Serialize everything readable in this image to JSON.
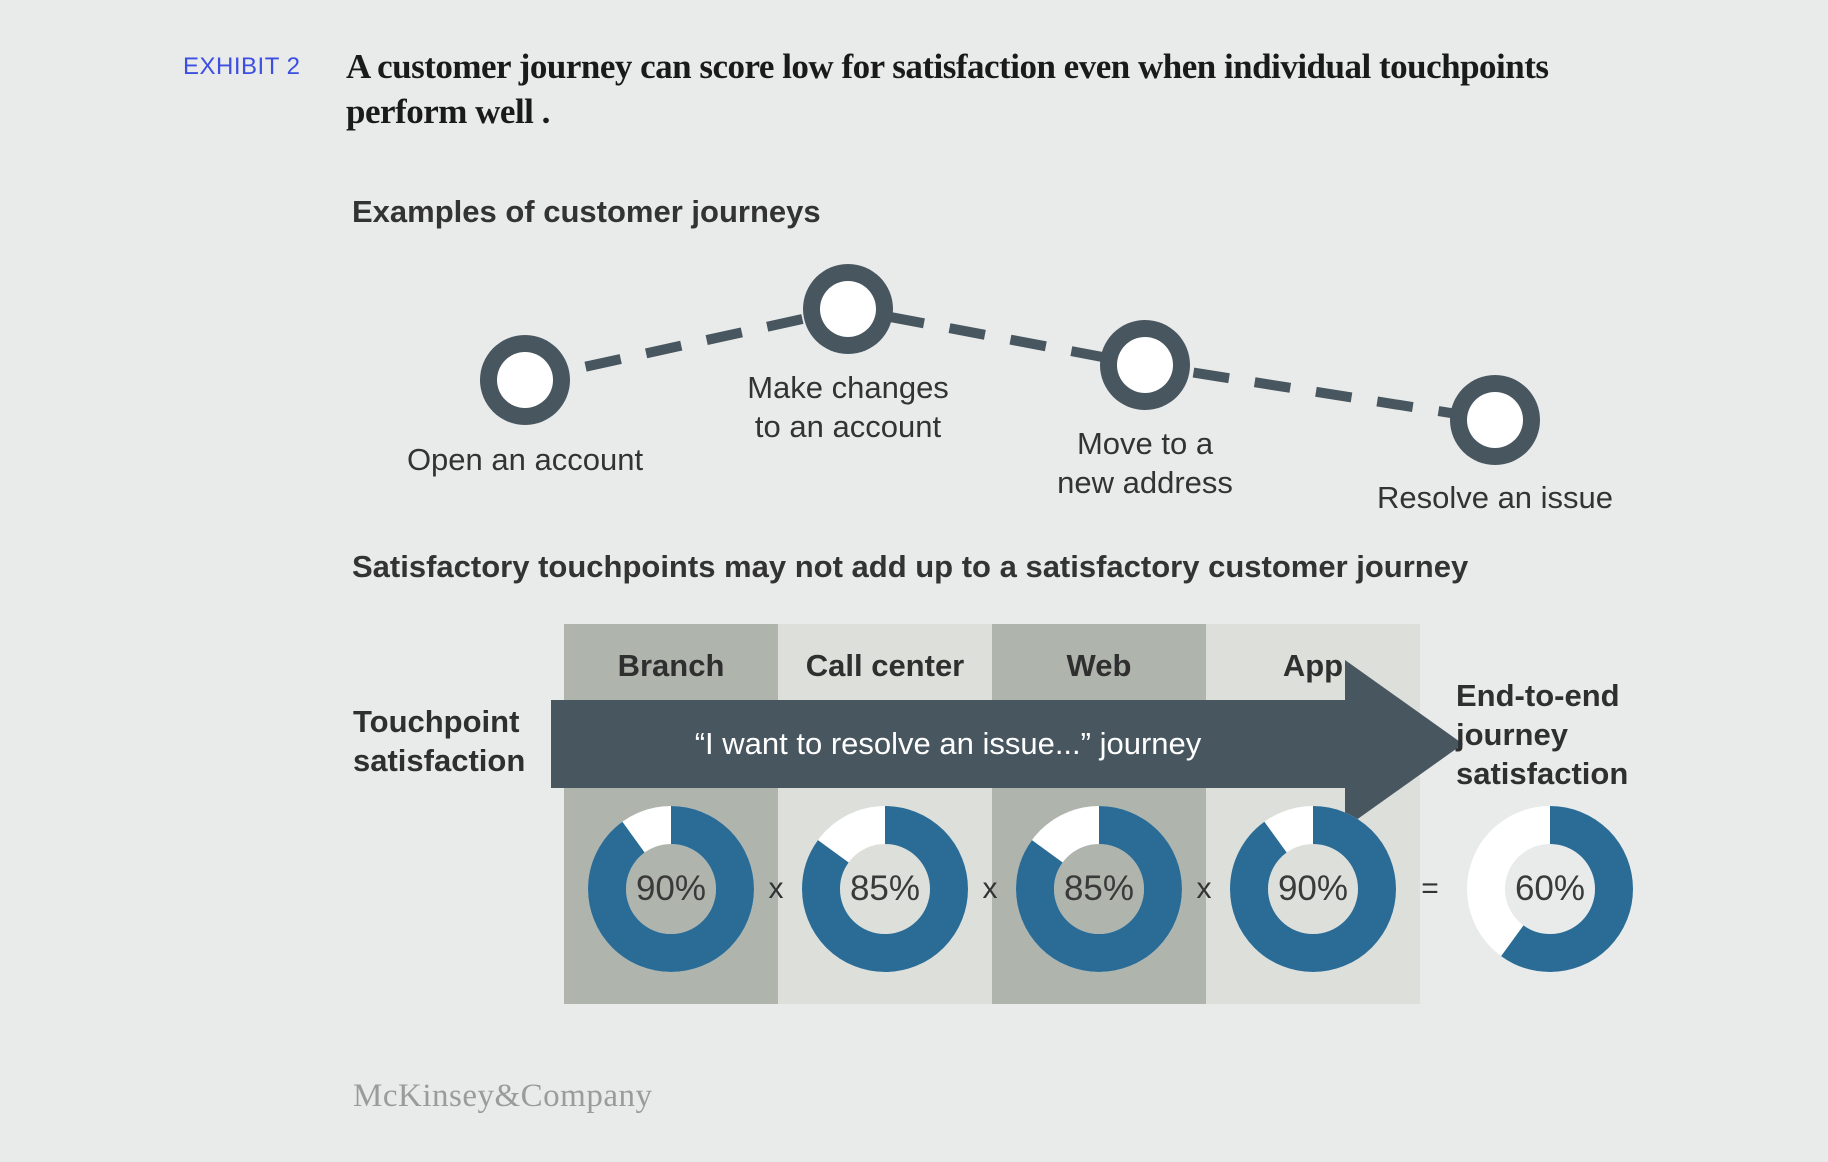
{
  "colors": {
    "background": "#e9eaea",
    "slate": "#48565f",
    "donut_blue": "#2a6c96",
    "exhibit_blue": "#3c4fe0",
    "column_dark": "#afb5ad",
    "column_light": "#dcdfda",
    "text_dark": "#333333",
    "footer_gray": "#9b9b9b"
  },
  "header": {
    "exhibit_label": "EXHIBIT 2",
    "title_line1": "A customer journey can score low for satisfaction even when individual touchpoints",
    "title_line2": "perform well ."
  },
  "journey_section": {
    "heading": "Examples of customer journeys",
    "nodes": [
      {
        "label": "Open an account"
      },
      {
        "label": "Make changes\nto an account"
      },
      {
        "label": "Move to a\nnew address"
      },
      {
        "label": "Resolve an issue"
      }
    ]
  },
  "satisfaction_section": {
    "heading": "Satisfactory touchpoints may not add up to a satisfactory customer journey",
    "left_label": "Touchpoint\nsatisfaction",
    "arrow_label": "“I want to resolve an issue...” journey",
    "right_label": "End-to-end\njourney\nsatisfaction",
    "columns": [
      {
        "label": "Branch"
      },
      {
        "label": "Call center"
      },
      {
        "label": "Web"
      },
      {
        "label": "App"
      }
    ],
    "donuts": [
      {
        "value": 90,
        "label": "90%"
      },
      {
        "value": 85,
        "label": "85%"
      },
      {
        "value": 85,
        "label": "85%"
      },
      {
        "value": 90,
        "label": "90%"
      },
      {
        "value": 60,
        "label": "60%"
      }
    ],
    "separators": [
      "x",
      "x",
      "x",
      "="
    ]
  },
  "footer": {
    "brand": "McKinsey&Company"
  }
}
